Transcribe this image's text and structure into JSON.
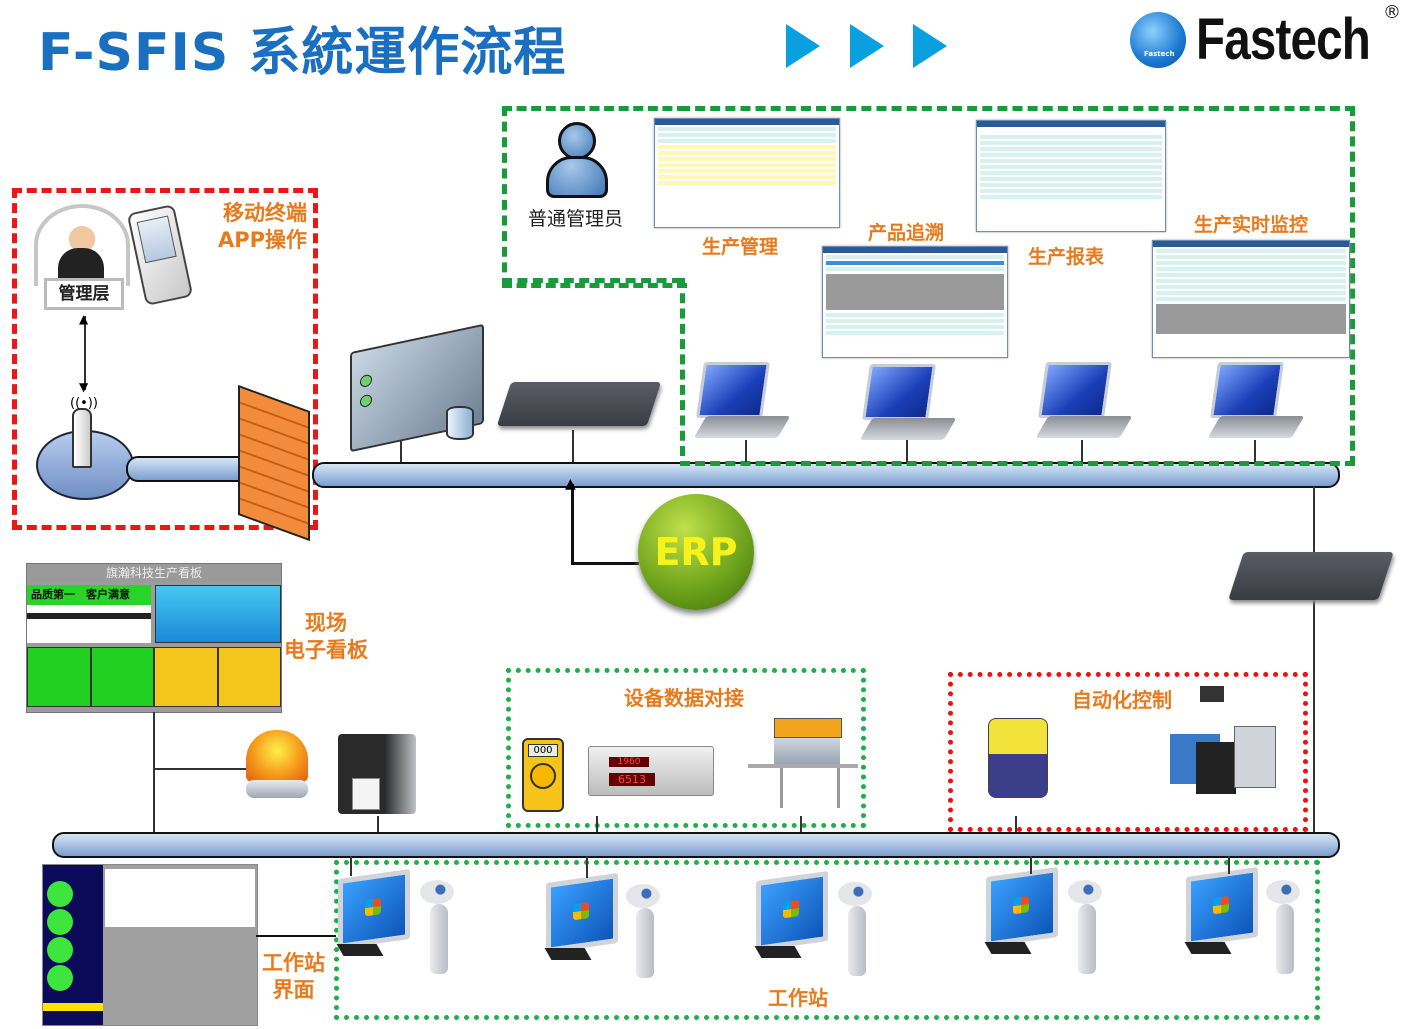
{
  "header": {
    "title": "F-SFIS 系統運作流程",
    "arrows": [
      "play-arrow",
      "play-arrow",
      "play-arrow"
    ],
    "logo_text": "Fastech",
    "logo_mark": "®",
    "logo_badge": "Fastech"
  },
  "colors": {
    "title_blue": "#1a6fc0",
    "arrow_blue": "#0aa0e0",
    "label_orange": "#e87a1e",
    "red_dash": "#e81818",
    "green_dash": "#1a9a3a",
    "erp_yellow": "#f6f21a"
  },
  "mobile": {
    "label_line1": "移动终端",
    "label_line2": "APP操作",
    "user_label": "管理层"
  },
  "admin": {
    "user_label": "普通管理员",
    "modules": [
      {
        "label": "生产管理"
      },
      {
        "label": "产品追溯"
      },
      {
        "label": "生产报表"
      },
      {
        "label": "生产实时监控"
      }
    ]
  },
  "erp": {
    "label": "ERP"
  },
  "kanban": {
    "title": "旗瀚科技生产看板",
    "slogan": "品质第一　客户满意",
    "label_line1": "现场",
    "label_line2": "电子看板"
  },
  "equipment": {
    "label": "设备数据对接",
    "meter_reading_1": "000",
    "meter_reading_2": "1960",
    "meter_reading_3": "6513"
  },
  "automation": {
    "label": "自动化控制"
  },
  "workstation_ui": {
    "label_line1": "工作站",
    "label_line2": "界面"
  },
  "workstations": {
    "label": "工作站",
    "count": 5
  }
}
